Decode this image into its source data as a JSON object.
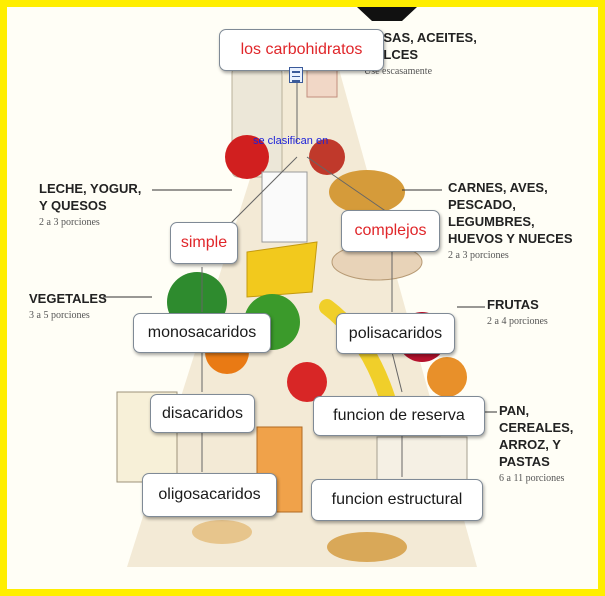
{
  "food_labels": {
    "fats": {
      "title_line1": "ASAS, ACEITES,",
      "title_line2": "ULCES",
      "portion": "Use escasamente"
    },
    "dairy": {
      "title_line1": "LECHE, YOGUR,",
      "title_line2": "Y QUESOS",
      "portion": "2 a 3 porciones"
    },
    "meats": {
      "title_line1": "CARNES, AVES,",
      "title_line2": "PESCADO, LEGUMBRES,",
      "title_line3": "HUEVOS Y NUECES",
      "portion": "2 a 3 porciones"
    },
    "vegetables": {
      "title": "VEGETALES",
      "portion": "3 a 5 porciones"
    },
    "fruits": {
      "title": "FRUTAS",
      "portion": "2 a 4 porciones"
    },
    "grains": {
      "title_line1": "PAN, CEREALES,",
      "title_line2": "ARROZ, Y",
      "title_line3": "PASTAS",
      "portion": "6 a 11 porciones"
    }
  },
  "concept_map": {
    "root": "los carbohidratos",
    "link_phrase": "se clasifican en",
    "simple": "simple",
    "complex": "complejos",
    "simple_children": [
      "monosacaridos",
      "disacaridos",
      "oligosacaridos"
    ],
    "complex_children": [
      "polisacaridos",
      "funcion de reserva",
      "funcion  estructural"
    ]
  },
  "colors": {
    "frame": "#ffee00",
    "highlight_text": "#e0262a",
    "link_text": "#1d22d8",
    "node_border": "#7f8a96"
  },
  "icons": {
    "note": "note-icon"
  }
}
